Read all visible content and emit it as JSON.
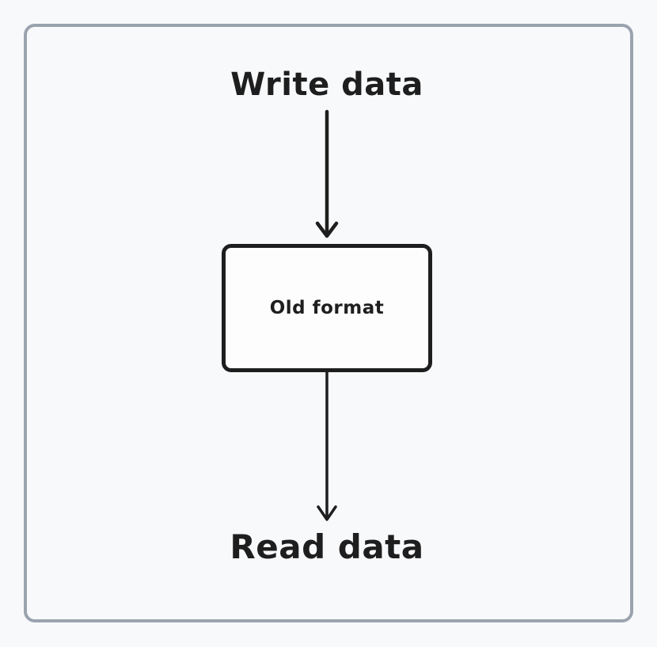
{
  "diagram": {
    "top_label": "Write data",
    "node": {
      "label": "Old format"
    },
    "bottom_label": "Read data"
  },
  "colors": {
    "ink": "#1e1e1e",
    "frame_border": "#9ba3ae",
    "background": "#f8f9fb",
    "box_fill": "#fdfdfd"
  }
}
